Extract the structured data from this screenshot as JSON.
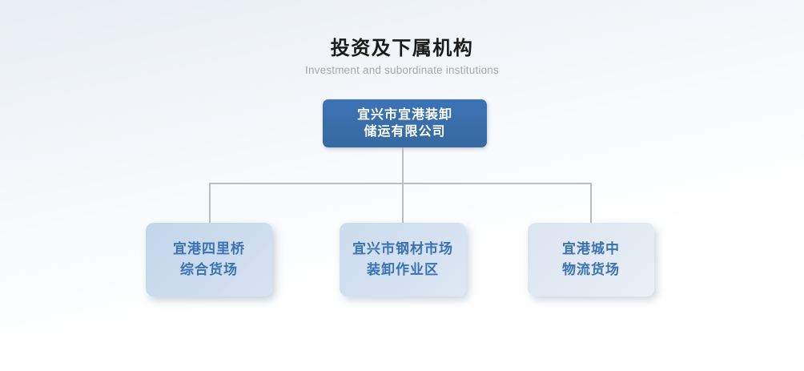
{
  "header": {
    "title": "投资及下属机构",
    "subtitle": "Investment and subordinate institutions"
  },
  "org_chart": {
    "root": {
      "name": "宜兴市宜港装卸储运有限公司",
      "line1": "宜兴市宜港装卸",
      "line2": "储运有限公司"
    },
    "children": [
      {
        "name": "宜港四里桥综合货场",
        "line1": "宜港四里桥",
        "line2": "综合货场"
      },
      {
        "name": "宜兴市钢材市场装卸作业区",
        "line1": "宜兴市钢材市场",
        "line2": "装卸作业区"
      },
      {
        "name": "宜港城中物流货场",
        "line1": "宜港城中",
        "line2": "物流货场"
      }
    ]
  },
  "colors": {
    "root_box_bg": "#3b73b5",
    "root_box_bg_dark": "#36699f",
    "root_box_text": "#ffffff",
    "child_box_text": "#3a72b4",
    "connector": "#bdbdbd",
    "title_text": "#1a1a1a",
    "subtitle_text": "#a8a8a8"
  }
}
